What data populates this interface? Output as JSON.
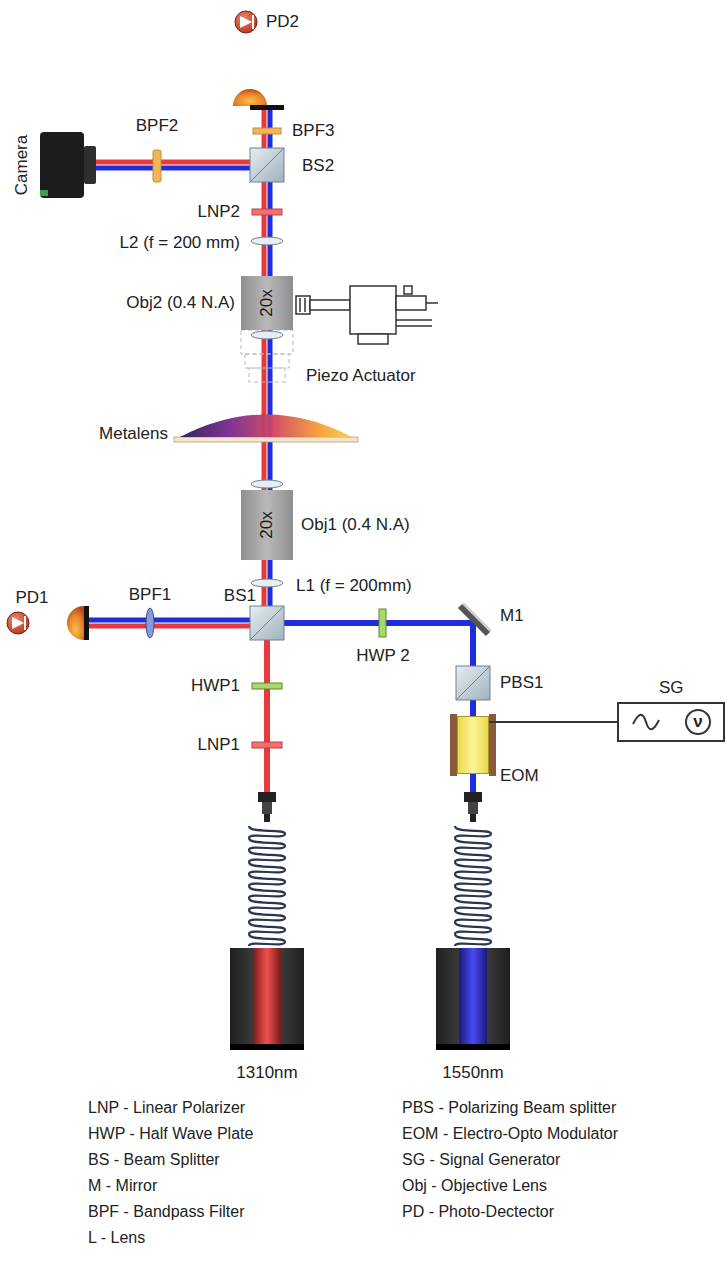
{
  "diagram": {
    "nodes": [
      {
        "text": [
          "20x",
          "Obj2 (0.4 N.A)"
        ]
      },
      {
        "text": [
          "20x",
          "Obj1 (0.4 N.A)"
        ]
      },
      {
        "text": [
          "EOM"
        ]
      },
      {
        "text": [
          "SG",
          "ν"
        ]
      }
    ],
    "edges": [
      {
        "from": 2,
        "to": 3,
        "arrow": "none"
      }
    ],
    "labels": [
      "PD2",
      "BPF3",
      "Camera",
      "BPF2",
      "BS2",
      "LNP2",
      "L2 (f = 200 mm)",
      "Piezo Actuator",
      "Metalens",
      "L1 (f = 200mm)",
      "PD1",
      "BPF1",
      "BS1",
      "HWP 2",
      "M1",
      "PBS1",
      "HWP1",
      "LNP1",
      "1310nm",
      "1550nm",
      "LNP - Linear Polarizer",
      "HWP - Half Wave Plate",
      "BS - Beam Splitter",
      "M - Mirror",
      "BPF - Bandpass Filter",
      "L - Lens",
      "PBS - Polarizing Beam splitter",
      "EOM - Electro-Opto Modulator",
      "SG - Signal Generator",
      "Obj - Objective Lens",
      "PD - Photo-Dectector"
    ]
  }
}
